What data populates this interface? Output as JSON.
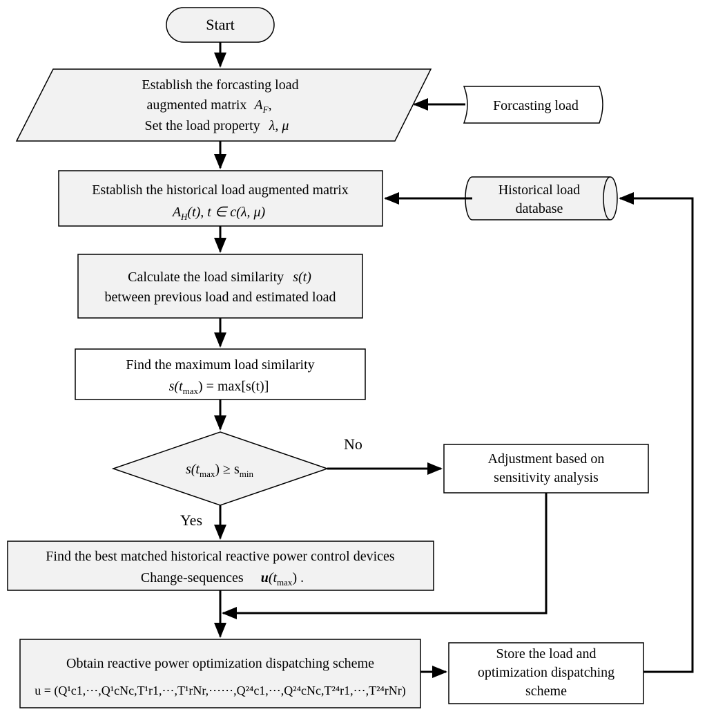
{
  "nodes": {
    "start": {
      "label": "Start"
    },
    "forecast_matrix": {
      "line1": "Establish the forcasting  load",
      "line2": "augmented matrix",
      "line2_math": "A",
      "line2_sub": "F",
      "line2_tail": ",",
      "line3": "Set the load property",
      "line3_math": "λ,  μ"
    },
    "forecasting_load": {
      "label": "Forcasting load"
    },
    "historical_matrix": {
      "line1": "Establish the historical load augmented matrix",
      "line2_a": "A",
      "line2_sub": "H",
      "line2_b": "(t),    t ∈ c(λ, μ)"
    },
    "historical_db": {
      "line1": "Historical load",
      "line2": "database"
    },
    "similarity": {
      "line1": "Calculate the load similarity",
      "line1_math": "s(t)",
      "line2": "between previous load and estimated load"
    },
    "max_similarity": {
      "line1": "Find the maximum load similarity",
      "line2_a": "s(t",
      "line2_sub": "max",
      "line2_b": ") = max[s(t)]"
    },
    "decision": {
      "a": "s(t",
      "sub1": "max",
      "b": ") ≥ s",
      "sub2": "min"
    },
    "adjustment": {
      "line1": "Adjustment based on",
      "line2": "sensitivity analysis"
    },
    "best_match": {
      "line1": "Find the best matched historical reactive power control devices",
      "line2": "Change-sequences",
      "line2_math_a": "u",
      "line2_math_b": "(t",
      "line2_sub": "max",
      "line2_math_c": ") ."
    },
    "obtain": {
      "line1": "Obtain reactive power optimization dispatching scheme",
      "formula": "u = (Q¹c1,⋯,Q¹cNc,T¹r1,⋯,T¹rNr,⋯⋯,Q²⁴c1,⋯,Q²⁴cNc,T²⁴r1,⋯,T²⁴rNr)"
    },
    "store": {
      "line1": "Store the load and",
      "line2": "optimization dispatching",
      "line3": "scheme"
    }
  },
  "edge_labels": {
    "no": "No",
    "yes": "Yes"
  },
  "colors": {
    "box_fill": "#f2f2f2",
    "white_fill": "#ffffff",
    "stroke": "#000000"
  }
}
